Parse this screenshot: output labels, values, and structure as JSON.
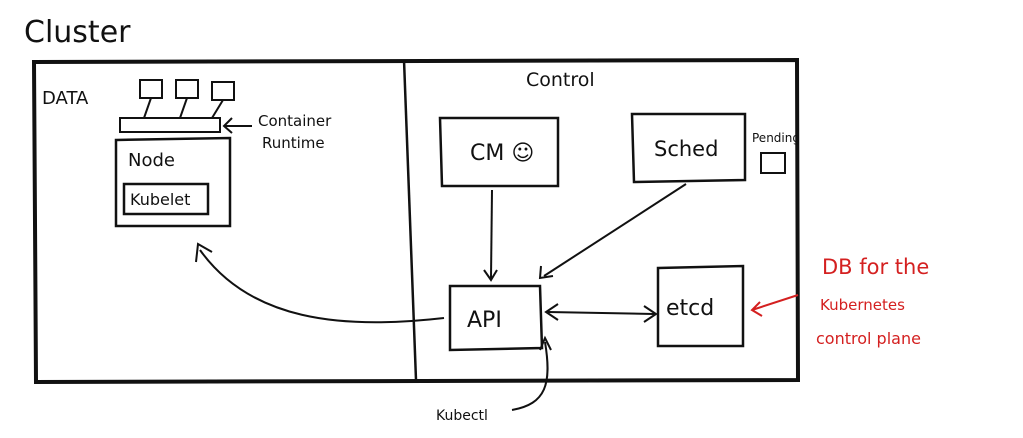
{
  "title": "Cluster",
  "data_plane": {
    "label": "DATA",
    "node_label": "Node",
    "kubelet_label": "Kubelet",
    "runtime_label_1": "Container",
    "runtime_label_2": "Runtime"
  },
  "control_plane": {
    "label": "Control",
    "cm_label": "CM ☺",
    "sched_label": "Sched",
    "pending_label": "Pending",
    "api_label": "API",
    "etcd_label": "etcd",
    "kubectl_label": "Kubectl"
  },
  "annotation": {
    "line1": "DB for the",
    "line2": "Kubernetes",
    "line3": "control plane",
    "color": "#d42020"
  }
}
